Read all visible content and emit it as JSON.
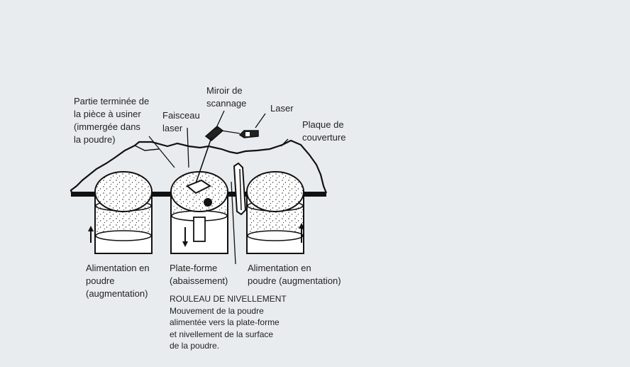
{
  "labels": {
    "partie": [
      "Partie terminée de",
      "la pièce à usiner",
      "(immergée dans",
      "la poudre)"
    ],
    "miroir": [
      "Miroir de",
      "scannage"
    ],
    "faisceau": [
      "Faisceau",
      "laser"
    ],
    "laser": [
      "Laser"
    ],
    "plaque": [
      "Plaque de",
      "couverture"
    ],
    "alim_left": [
      "Alimentation en",
      "poudre",
      "(augmentation)"
    ],
    "plateforme": [
      "Plate-forme",
      "(abaissement)"
    ],
    "alim_right": [
      "Alimentation en",
      "poudre (augmentation)"
    ]
  },
  "note": {
    "title": "ROULEAU DE NIVELLEMENT",
    "lines": [
      "Mouvement de la poudre",
      "alimentée vers la plate-forme",
      "et nivellement de la surface",
      "de la poudre."
    ]
  }
}
